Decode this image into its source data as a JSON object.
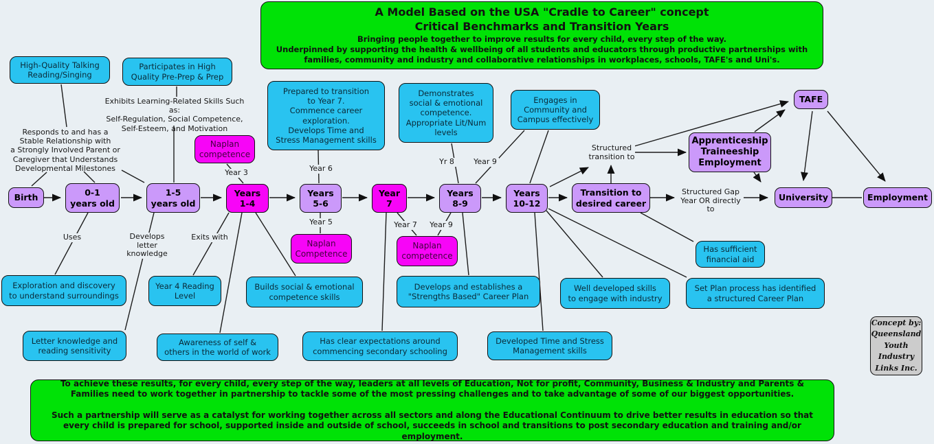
{
  "colors": {
    "background": "#e9eff3",
    "green": "#00e206",
    "cyan": "#29c3f0",
    "purple": "#cb99fa",
    "magenta": "#f705f7",
    "gray": "#cccccc"
  },
  "title_box": {
    "line1": "A Model Based on the USA \"Cradle to Career\" concept",
    "line2": "Critical Benchmarks and Transition Years",
    "line3": "Bringing people together to improve results for every child, every step of the way.",
    "line4": "Underpinned by supporting the health & wellbeing of all students and educators through productive partnerships with families, community and industry and collaborative relationships in workplaces, schools, TAFE's and Uni's."
  },
  "footer_box": {
    "text": "To achieve these results, for every child, every step of the way, leaders at all levels of  Education, Not for profit, Community, Business & Industry and Parents & Families need to work together in partnership to tackle some of the most pressing challenges and to take advantage of some of our biggest opportunities.\n\nSuch a partnership will serve as a catalyst for working together across all sectors and along the Educational Continuum to drive better results in education so that every child is prepared for school, supported inside and outside of school, succeeds in school and transitions to post secondary education and training and/or employment."
  },
  "credit_box": {
    "text": "Concept by:\nQueensland\nYouth\nIndustry\nLinks Inc."
  },
  "timeline": {
    "birth": "Birth",
    "age0_1": "0-1\nyears old",
    "age1_5": "1-5\nyears old",
    "years1_4": "Years\n1-4",
    "years5_6": "Years\n5-6",
    "year7": "Year\n7",
    "years8_9": "Years\n8-9",
    "years10_12": "Years\n10-12",
    "transition": "Transition to\ndesired career",
    "tafe": "TAFE",
    "apprenticeship": "Apprenticeship\nTraineeship\nEmployment",
    "university": "University",
    "employment": "Employment"
  },
  "naplan": {
    "year3": "Naplan\ncompetence",
    "year5": "Naplan\nCompetence",
    "year7_9": "Naplan\ncompetence"
  },
  "benchmarks": {
    "hq_talking": "High-Quality Talking\nReading/Singing",
    "participates": "Participates in High\nQuality Pre-Prep & Prep",
    "prepared": "Prepared to transition\nto Year 7.\nCommence career\nexploration.\nDevelops Time and\nStress Management skills",
    "demonstrates": "Demonstrates\nsocial & emotional\ncompetence.\nAppropriate Lit/Num\nlevels",
    "engages": "Engages in\nCommunity and\nCampus effectively",
    "exploration": "Exploration and discovery\nto understand surroundings",
    "year4_reading": "Year 4 Reading\nLevel",
    "builds_social": "Builds social & emotional\ncompetence skills",
    "strengths_plan": "Develops and establishes a\n\"Strengths Based\" Career Plan",
    "industry_skills": "Well developed skills\nto engage with industry",
    "set_plan": "Set Plan process has identified\na structured Career Plan",
    "financial_aid": "Has sufficient\nfinancial aid",
    "letter_knowledge": "Letter knowledge and\nreading sensitivity",
    "awareness": "Awareness of self &\nothers in the world of work",
    "expectations": "Has clear expectations around\ncommencing secondary schooling",
    "time_stress": "Developed Time and Stress\nManagement skills"
  },
  "notes": {
    "exhibits": "Exhibits Learning-Related Skills Such as:\nSelf-Regulation, Social Competence,\nSelf-Esteem, and Motivation",
    "responds": "Responds to and has a\nStable Relationship with\na Strongly Involved Parent or\nCaregiver that Understands\nDevelopmental Milestones"
  },
  "edge_labels": {
    "uses": "Uses",
    "develops_letter": "Develops letter\nknowledge",
    "exits_with": "Exits with",
    "year3": "Year 3",
    "year5": "Year 5",
    "year6": "Year 6",
    "year7": "Year 7",
    "year9_low": "Year 9",
    "yr8": "Yr 8",
    "year9_up": "Year 9",
    "structured_transition": "Structured\ntransition to",
    "structured_gap": "Structured Gap\nYear OR directly to"
  }
}
